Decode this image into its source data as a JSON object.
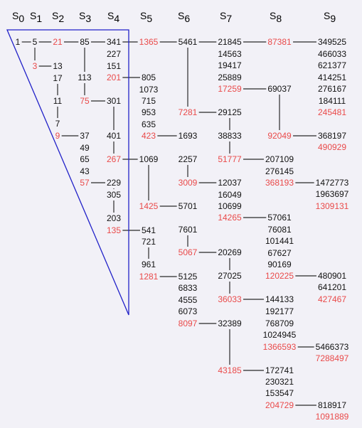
{
  "diagram": {
    "colors": {
      "black_text": "#111111",
      "red_text": "#ea4a4a",
      "link": "#2a2a2a",
      "triangle": "#2121c8",
      "background": "#f2f1f7"
    },
    "columns": [
      {
        "letter": "S",
        "index": "0"
      },
      {
        "letter": "S",
        "index": "1"
      },
      {
        "letter": "S",
        "index": "2"
      },
      {
        "letter": "S",
        "index": "3"
      },
      {
        "letter": "S",
        "index": "4"
      },
      {
        "letter": "S",
        "index": "5"
      },
      {
        "letter": "S",
        "index": "6"
      },
      {
        "letter": "S",
        "index": "7"
      },
      {
        "letter": "S",
        "index": "8"
      },
      {
        "letter": "S",
        "index": "9"
      }
    ],
    "columns_numbers": [
      [
        {
          "text": "1",
          "red": false
        }
      ],
      [
        {
          "text": "5",
          "red": false
        },
        {
          "text": "3",
          "red": true
        }
      ],
      [
        {
          "text": "21",
          "red": true
        },
        {
          "text": "13",
          "red": false
        },
        {
          "text": "17",
          "red": false
        },
        {
          "text": "11",
          "red": false
        },
        {
          "text": "7",
          "red": false
        },
        {
          "text": "9",
          "red": true
        }
      ],
      [
        {
          "text": "85",
          "red": false
        },
        {
          "text": "113",
          "red": false
        },
        {
          "text": "75",
          "red": true
        },
        {
          "text": "37",
          "red": false
        },
        {
          "text": "49",
          "red": false
        },
        {
          "text": "65",
          "red": false
        },
        {
          "text": "43",
          "red": false
        },
        {
          "text": "57",
          "red": true
        }
      ],
      [
        {
          "text": "341",
          "red": false
        },
        {
          "text": "227",
          "red": false
        },
        {
          "text": "151",
          "red": false
        },
        {
          "text": "201",
          "red": true
        },
        {
          "text": "301",
          "red": false
        },
        {
          "text": "401",
          "red": false
        },
        {
          "text": "267",
          "red": true
        },
        {
          "text": "229",
          "red": false
        },
        {
          "text": "305",
          "red": false
        },
        {
          "text": "203",
          "red": false
        },
        {
          "text": "135",
          "red": true
        }
      ],
      [
        {
          "text": "1365",
          "red": true
        },
        {
          "text": "805",
          "red": false
        },
        {
          "text": "1073",
          "red": false
        },
        {
          "text": "715",
          "red": false
        },
        {
          "text": "953",
          "red": false
        },
        {
          "text": "635",
          "red": false
        },
        {
          "text": "423",
          "red": true
        },
        {
          "text": "1069",
          "red": false
        },
        {
          "text": "1425",
          "red": true
        },
        {
          "text": "541",
          "red": false
        },
        {
          "text": "721",
          "red": false
        },
        {
          "text": "961",
          "red": false
        },
        {
          "text": "1281",
          "red": true
        }
      ],
      [
        {
          "text": "5461",
          "red": false
        },
        {
          "text": "7281",
          "red": true
        },
        {
          "text": "1693",
          "red": false
        },
        {
          "text": "2257",
          "red": false
        },
        {
          "text": "3009",
          "red": true
        },
        {
          "text": "5701",
          "red": false
        },
        {
          "text": "7601",
          "red": false
        },
        {
          "text": "5067",
          "red": true
        },
        {
          "text": "5125",
          "red": false
        },
        {
          "text": "6833",
          "red": false
        },
        {
          "text": "4555",
          "red": false
        },
        {
          "text": "6073",
          "red": false
        },
        {
          "text": "8097",
          "red": true
        }
      ],
      [
        {
          "text": "21845",
          "red": false
        },
        {
          "text": "14563",
          "red": false
        },
        {
          "text": "19417",
          "red": false
        },
        {
          "text": "25889",
          "red": false
        },
        {
          "text": "17259",
          "red": true
        },
        {
          "text": "29125",
          "red": false
        },
        {
          "text": "38833",
          "red": false
        },
        {
          "text": "51777",
          "red": true
        },
        {
          "text": "12037",
          "red": false
        },
        {
          "text": "16049",
          "red": false
        },
        {
          "text": "10699",
          "red": false
        },
        {
          "text": "14265",
          "red": true
        },
        {
          "text": "20269",
          "red": false
        },
        {
          "text": "27025",
          "red": false
        },
        {
          "text": "36033",
          "red": true
        },
        {
          "text": "32389",
          "red": false
        },
        {
          "text": "43185",
          "red": true
        }
      ],
      [
        {
          "text": "87381",
          "red": true
        },
        {
          "text": "69037",
          "red": false
        },
        {
          "text": "92049",
          "red": true
        },
        {
          "text": "207109",
          "red": false
        },
        {
          "text": "276145",
          "red": false
        },
        {
          "text": "368193",
          "red": true
        },
        {
          "text": "57061",
          "red": false
        },
        {
          "text": "76081",
          "red": false
        },
        {
          "text": "101441",
          "red": false
        },
        {
          "text": "67627",
          "red": false
        },
        {
          "text": "90169",
          "red": false
        },
        {
          "text": "120225",
          "red": true
        },
        {
          "text": "144133",
          "red": false
        },
        {
          "text": "192177",
          "red": false
        },
        {
          "text": "768709",
          "red": false
        },
        {
          "text": "1024945",
          "red": false
        },
        {
          "text": "1366593",
          "red": true
        },
        {
          "text": "172741",
          "red": false
        },
        {
          "text": "230321",
          "red": false
        },
        {
          "text": "153547",
          "red": false
        },
        {
          "text": "204729",
          "red": true
        }
      ],
      [
        {
          "text": "349525",
          "red": false
        },
        {
          "text": "466033",
          "red": false
        },
        {
          "text": "621377",
          "red": false
        },
        {
          "text": "414251",
          "red": false
        },
        {
          "text": "276167",
          "red": false
        },
        {
          "text": "184111",
          "red": false
        },
        {
          "text": "245481",
          "red": true
        },
        {
          "text": "368197",
          "red": false
        },
        {
          "text": "490929",
          "red": true
        },
        {
          "text": "1472773",
          "red": false
        },
        {
          "text": "1963697",
          "red": false
        },
        {
          "text": "1309131",
          "red": true
        },
        {
          "text": "480901",
          "red": false
        },
        {
          "text": "641201",
          "red": false
        },
        {
          "text": "427467",
          "red": true
        },
        {
          "text": "5466373",
          "red": false
        },
        {
          "text": "7288497",
          "red": true
        },
        {
          "text": "818917",
          "red": false
        },
        {
          "text": "1091889",
          "red": true
        }
      ]
    ]
  }
}
